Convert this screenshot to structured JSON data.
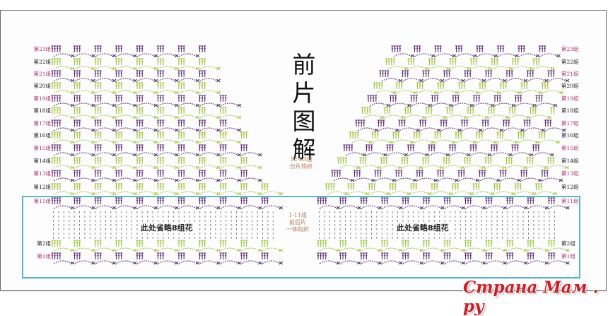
{
  "title": "前片图解",
  "notes": {
    "upper": [
      "12-23组",
      "分片钩织"
    ],
    "lower": [
      "1-11组",
      "前后片",
      "一体钩织"
    ]
  },
  "omitted_text_left": "此处省略8组花",
  "omitted_text_right": "此处省略8组花",
  "rows_left": [
    {
      "label": "第23组",
      "group": 23
    },
    {
      "label": "第22组",
      "group": 22
    },
    {
      "label": "第21组",
      "group": 21
    },
    {
      "label": "第20组",
      "group": 20
    },
    {
      "label": "第19组",
      "group": 19
    },
    {
      "label": "第18组",
      "group": 18
    },
    {
      "label": "第17组",
      "group": 17
    },
    {
      "label": "第16组",
      "group": 16
    },
    {
      "label": "第15组",
      "group": 15
    },
    {
      "label": "第14组",
      "group": 14
    },
    {
      "label": "第13组",
      "group": 13
    },
    {
      "label": "第12组",
      "group": 12
    },
    {
      "label": "第11组",
      "group": 11
    },
    {
      "label": "第2组",
      "group": 2
    },
    {
      "label": "第1组",
      "group": 1
    }
  ],
  "rows_right": [
    {
      "label": "第23组",
      "group": 23
    },
    {
      "label": "第22组",
      "group": 22
    },
    {
      "label": "第21组",
      "group": 21
    },
    {
      "label": "第20组",
      "group": 20
    },
    {
      "label": "第19组",
      "group": 19
    },
    {
      "label": "第18组",
      "group": 18
    },
    {
      "label": "第17组",
      "group": 17
    },
    {
      "label": "第16组",
      "group": 16
    },
    {
      "label": "第15组",
      "group": 15
    },
    {
      "label": "第14组",
      "group": 14
    },
    {
      "label": "第13组",
      "group": 13
    },
    {
      "label": "第12组",
      "group": 12
    },
    {
      "label": "第11组",
      "group": 11
    },
    {
      "label": "第2组",
      "group": 2
    },
    {
      "label": "第1组",
      "group": 1
    }
  ],
  "colors": {
    "odd_row": "#5b2a6e",
    "even_row": "#9cc23a",
    "odd_label": "#b0306e",
    "even_label": "#222222",
    "frame_box": "#5fb4c6"
  },
  "watermark": "Страна Мам . ру"
}
